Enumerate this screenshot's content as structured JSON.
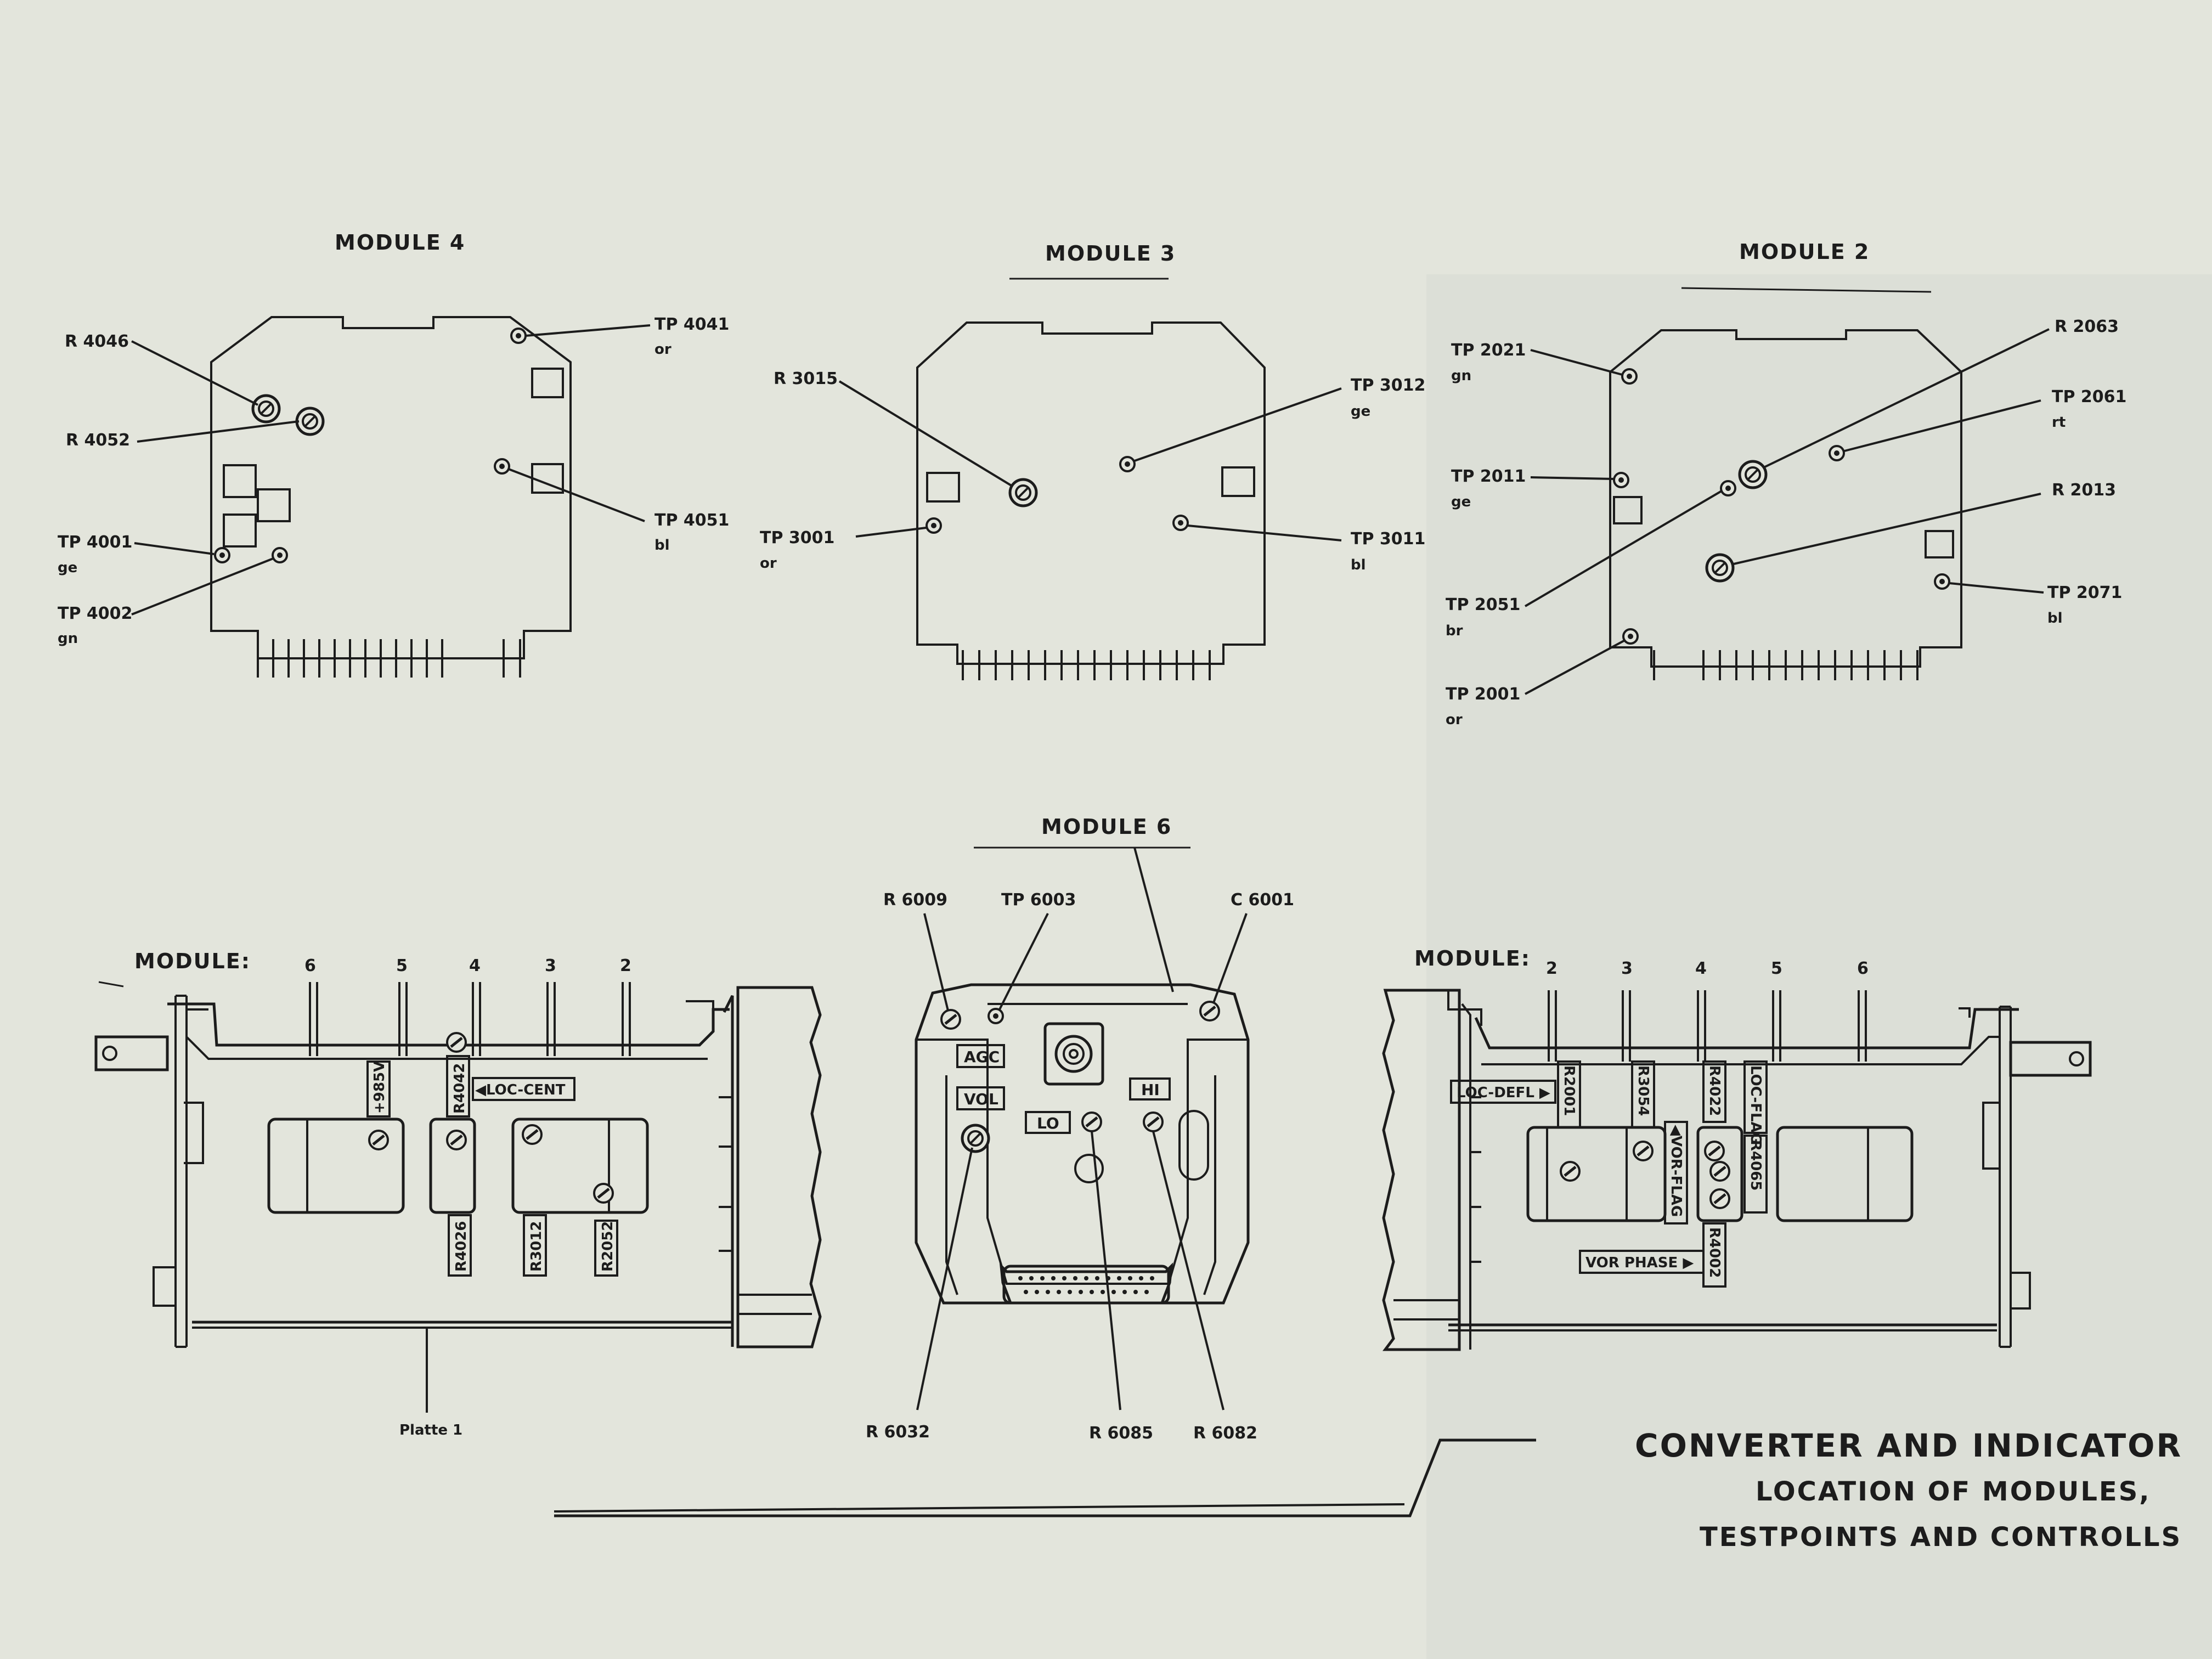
{
  "page_background": "#e3e5dc",
  "ink_color": "#1c1c1c",
  "caption": {
    "title": "CONVERTER AND INDICATOR",
    "line2": "LOCATION OF MODULES,",
    "line3": "TESTPOINTS AND CONTROLLS"
  },
  "module4": {
    "title": "MODULE 4",
    "labels": {
      "r4046": "R 4046",
      "r4052": "R 4052",
      "tp4001": "TP 4001",
      "tp4001_color": "ge",
      "tp4002": "TP 4002",
      "tp4002_color": "gn",
      "tp4041": "TP 4041",
      "tp4041_color": "or",
      "tp4051": "TP 4051",
      "tp4051_color": "bl"
    }
  },
  "module3": {
    "title": "MODULE 3",
    "labels": {
      "r3015": "R 3015",
      "tp3001": "TP 3001",
      "tp3001_color": "or",
      "tp3012": "TP 3012",
      "tp3012_color": "ge",
      "tp3011": "TP 3011",
      "tp3011_color": "bl"
    }
  },
  "module2": {
    "title": "MODULE 2",
    "labels": {
      "tp2021": "TP 2021",
      "tp2021_color": "gn",
      "tp2011": "TP 2011",
      "tp2011_color": "ge",
      "tp2051": "TP 2051",
      "tp2051_color": "br",
      "tp2001": "TP 2001",
      "tp2001_color": "or",
      "r2063": "R 2063",
      "tp2061": "TP 2061",
      "tp2061_color": "rt",
      "r2013": "R 2013",
      "tp2071": "TP 2071",
      "tp2071_color": "bl"
    }
  },
  "module6": {
    "title": "MODULE 6",
    "labels": {
      "r6009": "R 6009",
      "tp6003": "TP 6003",
      "c6001": "C 6001",
      "agc": "AGC",
      "vol": "VOL",
      "lo": "LO",
      "hi": "HI",
      "r6032": "R 6032",
      "r6085": "R 6085",
      "r6082": "R 6082"
    }
  },
  "chassis_left": {
    "module_label": "MODULE:",
    "slots": [
      "6",
      "5",
      "4",
      "3",
      "2"
    ],
    "tags": {
      "v985": "+985V",
      "r4042": "R4042",
      "loc_cent": "◀LOC-CENT",
      "r4026": "R4026",
      "r3012": "R3012",
      "r2052": "R2052"
    },
    "platte": "Platte 1"
  },
  "chassis_right": {
    "module_label": "MODULE:",
    "slots": [
      "2",
      "3",
      "4",
      "5",
      "6"
    ],
    "tags": {
      "loc_defl": "LOC-DEFL ▶",
      "r2001": "R2001",
      "r3054": "R3054",
      "r4022": "R4022",
      "loc_flag": "LOC-FLAG",
      "vor_flag": "◀VOR-FLAG",
      "r4065": "R4065",
      "vor_phase": "VOR PHASE ▶",
      "r4002": "R4002"
    }
  }
}
